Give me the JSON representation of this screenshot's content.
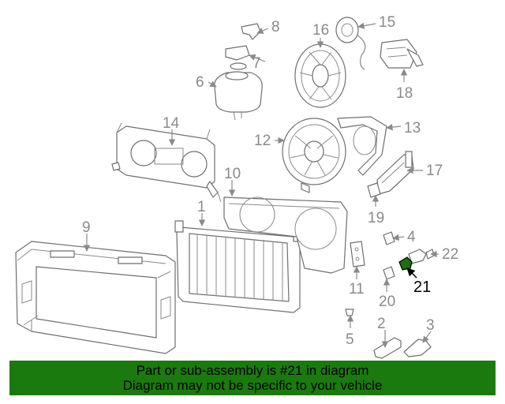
{
  "callouts": {
    "c1": "1",
    "c2": "2",
    "c3": "3",
    "c4": "4",
    "c5": "5",
    "c6": "6",
    "c7": "7",
    "c8": "8",
    "c9": "9",
    "c10": "10",
    "c11": "11",
    "c12": "12",
    "c13": "13",
    "c14": "14",
    "c15": "15",
    "c16": "16",
    "c17": "17",
    "c18": "18",
    "c19": "19",
    "c20": "20",
    "c21": "21",
    "c22": "22"
  },
  "highlight_part": "21",
  "banner": {
    "line1": "Part or sub-assembly is #21 in diagram",
    "line2": "Diagram may not be specific to your vehicle"
  },
  "colors": {
    "banner_bg": "#1b7a0e",
    "highlight_part": "#1e6e12",
    "line_art": "#6f6f6f"
  }
}
